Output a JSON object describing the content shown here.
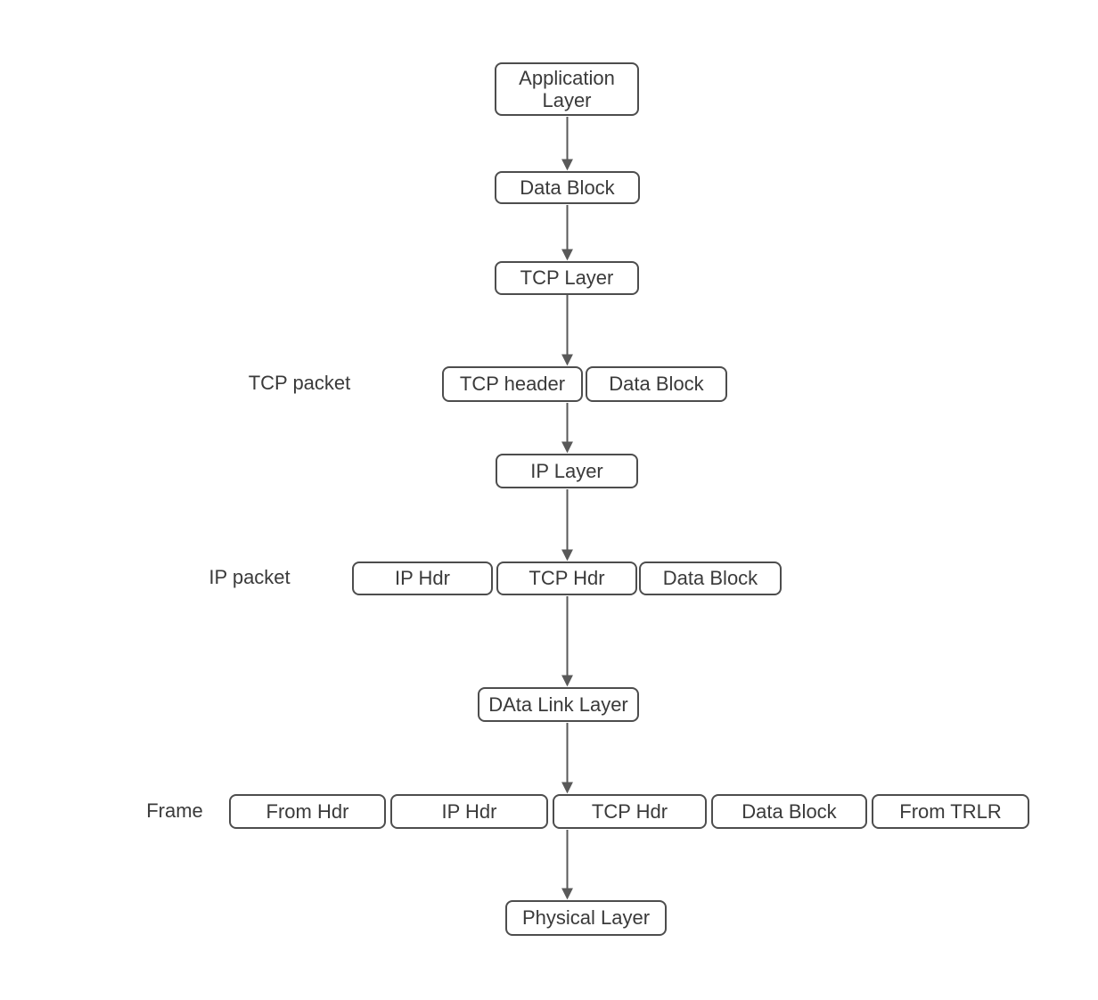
{
  "diagram": {
    "description": "TCP/IP encapsulation flow diagram",
    "colors": {
      "background": "#ffffff",
      "box_fill": "#ffffff",
      "box_border": "#4d4d4d",
      "text": "#3a3a3a",
      "arrow": "#595959"
    },
    "nodes": [
      {
        "id": "application-layer",
        "label": "Application Layer"
      },
      {
        "id": "app-data-block",
        "label": "Data Block"
      },
      {
        "id": "tcp-layer",
        "label": "TCP Layer"
      },
      {
        "id": "tcp-packet-header",
        "label": "TCP header"
      },
      {
        "id": "tcp-packet-data-block",
        "label": "Data Block"
      },
      {
        "id": "ip-layer",
        "label": "IP Layer"
      },
      {
        "id": "ip-packet-ip-hdr",
        "label": "IP Hdr"
      },
      {
        "id": "ip-packet-tcp-hdr",
        "label": "TCP Hdr"
      },
      {
        "id": "ip-packet-data-block",
        "label": "Data Block"
      },
      {
        "id": "data-link-layer",
        "label": "DAta Link Layer"
      },
      {
        "id": "frame-from-hdr",
        "label": "From Hdr"
      },
      {
        "id": "frame-ip-hdr",
        "label": "IP Hdr"
      },
      {
        "id": "frame-tcp-hdr",
        "label": "TCP Hdr"
      },
      {
        "id": "frame-data-block",
        "label": "Data Block"
      },
      {
        "id": "frame-from-trlr",
        "label": "From TRLR"
      },
      {
        "id": "physical-layer",
        "label": "Physical Layer"
      }
    ],
    "row_labels": [
      {
        "id": "tcp-packet",
        "label": "TCP packet"
      },
      {
        "id": "ip-packet",
        "label": "IP packet"
      },
      {
        "id": "frame",
        "label": "Frame"
      }
    ],
    "edges": [
      {
        "from": "application-layer",
        "to": "app-data-block"
      },
      {
        "from": "app-data-block",
        "to": "tcp-layer"
      },
      {
        "from": "tcp-layer",
        "to": "tcp-packet-header"
      },
      {
        "from": "tcp-packet-header",
        "to": "ip-layer"
      },
      {
        "from": "ip-layer",
        "to": "ip-packet-tcp-hdr"
      },
      {
        "from": "ip-packet-tcp-hdr",
        "to": "data-link-layer"
      },
      {
        "from": "data-link-layer",
        "to": "frame-tcp-hdr"
      },
      {
        "from": "frame-tcp-hdr",
        "to": "physical-layer"
      }
    ]
  }
}
